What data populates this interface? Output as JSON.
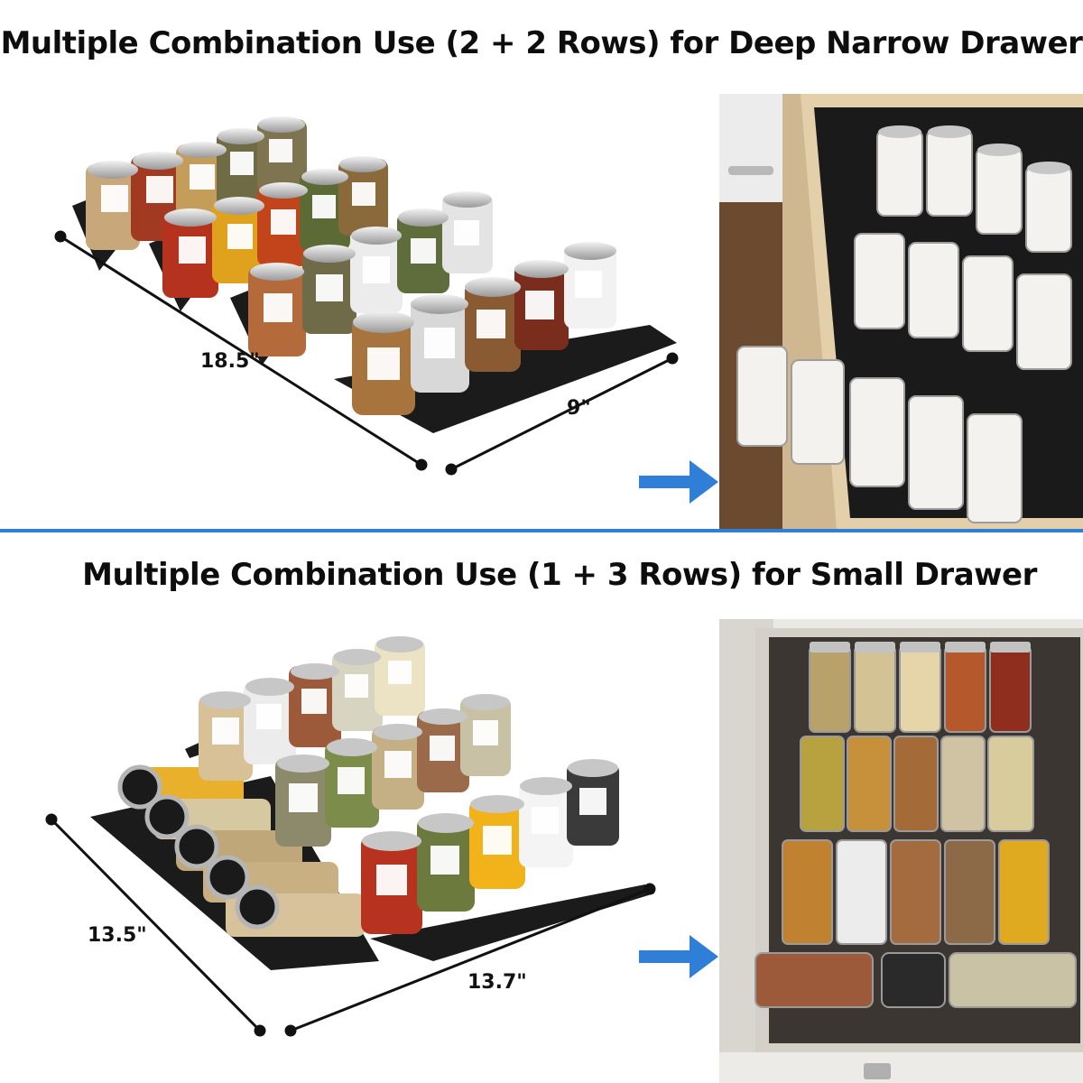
{
  "headings": {
    "top": "Multiple Combination Use  (2 + 2 Rows) for Deep Narrow Drawer",
    "bottom": "Multiple Combination Use  (1 + 3 Rows) for Small Drawer"
  },
  "dimensions": {
    "top_length": "18.5\"",
    "top_width": "9\"",
    "bottom_length": "13.5\"",
    "bottom_width": "13.7\""
  },
  "colors": {
    "accent_blue": "#2f7fd8",
    "tray_black": "#1a1a1a",
    "drawer_wood": "#d9c3a0"
  },
  "icons": {
    "arrow": "arrow-right-icon"
  }
}
